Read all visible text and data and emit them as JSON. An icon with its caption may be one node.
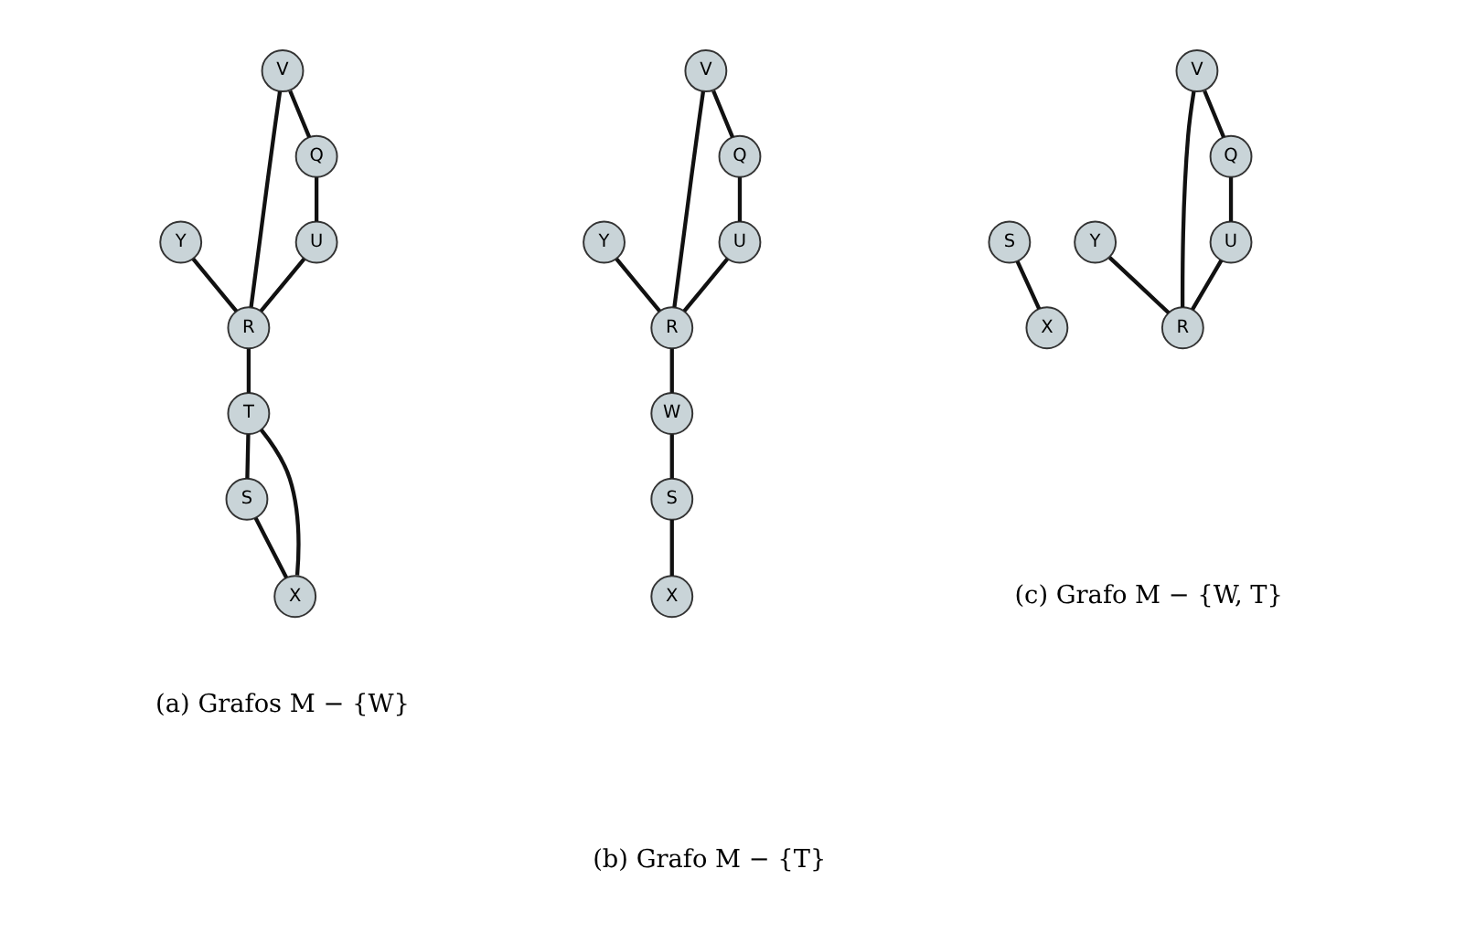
{
  "diagram": {
    "nodes": [
      {
        "text": [
          "V"
        ]
      },
      {
        "text": [
          "Y"
        ]
      },
      {
        "text": [
          "R"
        ]
      },
      {
        "text": [
          "Q"
        ]
      },
      {
        "text": [
          "U"
        ]
      },
      {
        "text": [
          "S"
        ]
      },
      {
        "text": [
          "T"
        ]
      },
      {
        "text": [
          "X"
        ]
      },
      {
        "text": [
          "W"
        ]
      },
      {
        "text": [
          "V"
        ]
      },
      {
        "text": [
          "Y"
        ]
      },
      {
        "text": [
          "S"
        ]
      },
      {
        "text": [
          "R"
        ]
      },
      {
        "text": [
          "Q"
        ]
      },
      {
        "text": [
          "U"
        ]
      },
      {
        "text": [
          "X"
        ]
      },
      {
        "text": [
          "V"
        ]
      },
      {
        "text": [
          "Y"
        ]
      },
      {
        "text": [
          "S"
        ]
      },
      {
        "text": [
          "R"
        ]
      },
      {
        "text": [
          "Q"
        ]
      },
      {
        "text": [
          "U"
        ]
      },
      {
        "text": [
          "X"
        ]
      }
    ],
    "edges": [
      {
        "from": 0,
        "to": 2,
        "arrow": "none"
      },
      {
        "from": 0,
        "to": 3,
        "arrow": "none"
      },
      {
        "from": 1,
        "to": 2,
        "arrow": "none"
      },
      {
        "from": 3,
        "to": 4,
        "arrow": "none"
      },
      {
        "from": 4,
        "to": 2,
        "arrow": "none"
      },
      {
        "from": 2,
        "to": 6,
        "arrow": "none"
      },
      {
        "from": 6,
        "to": 5,
        "arrow": "none"
      },
      {
        "from": 5,
        "to": 7,
        "arrow": "none"
      },
      {
        "from": 6,
        "to": 7,
        "arrow": "none"
      },
      {
        "from": 9,
        "to": 12,
        "arrow": "none"
      },
      {
        "from": 9,
        "to": 13,
        "arrow": "none"
      },
      {
        "from": 10,
        "to": 12,
        "arrow": "none"
      },
      {
        "from": 13,
        "to": 14,
        "arrow": "none"
      },
      {
        "from": 14,
        "to": 12,
        "arrow": "none"
      },
      {
        "from": 12,
        "to": 8,
        "arrow": "none"
      },
      {
        "from": 8,
        "to": 11,
        "arrow": "none"
      },
      {
        "from": 11,
        "to": 15,
        "arrow": "none"
      },
      {
        "from": 16,
        "to": 19,
        "arrow": "none"
      },
      {
        "from": 16,
        "to": 20,
        "arrow": "none"
      },
      {
        "from": 17,
        "to": 19,
        "arrow": "none"
      },
      {
        "from": 20,
        "to": 21,
        "arrow": "none"
      },
      {
        "from": 21,
        "to": 19,
        "arrow": "none"
      },
      {
        "from": 18,
        "to": 22,
        "arrow": "none"
      }
    ],
    "labels": [
      "(a) Grafos M − {W}",
      "(b) Grafo M − {T}",
      "(c) Grafo M − {W, T}"
    ]
  }
}
